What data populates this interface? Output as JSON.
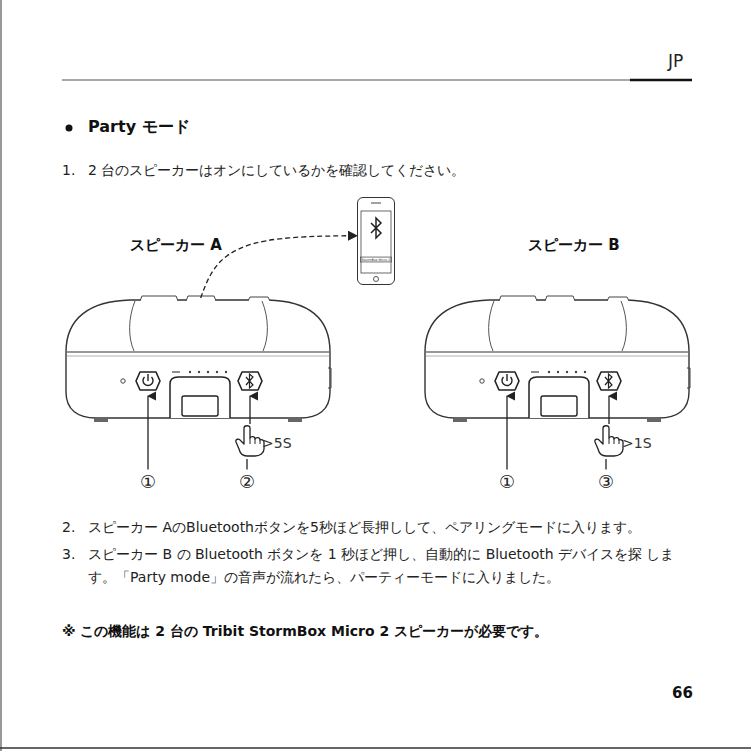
{
  "diagram": {
    "title": "Party モード",
    "nodes": [
      {
        "text": [
          "スピーカー A"
        ]
      },
      {
        "text": [
          "StormBox Micro 2"
        ]
      },
      {
        "text": [
          "スピーカー B"
        ]
      }
    ],
    "edges": [
      {
        "from": 0,
        "to": 1,
        "arrow": "to"
      }
    ],
    "labels": [
      "JP",
      "1.",
      "2 台のスピーカーはオンにしているかを確認してください。",
      ">5S",
      ">1S",
      "①",
      "②",
      "①",
      "③",
      "2.",
      "スピーカー AのBluetoothボタンを5秒ほど長押しして、ペアリングモードに入ります。",
      "3.",
      "スピーカー B の Bluetooth ボタンを 1 秒ほど押し、自動的に Bluetooth デバイスを探 します。「Party mode」の音声が流れたら、パーティーモードに入りました。",
      "※ この機能は 2 台の Tribit StormBox Micro 2 スピーカーが必要です。",
      "66"
    ]
  }
}
